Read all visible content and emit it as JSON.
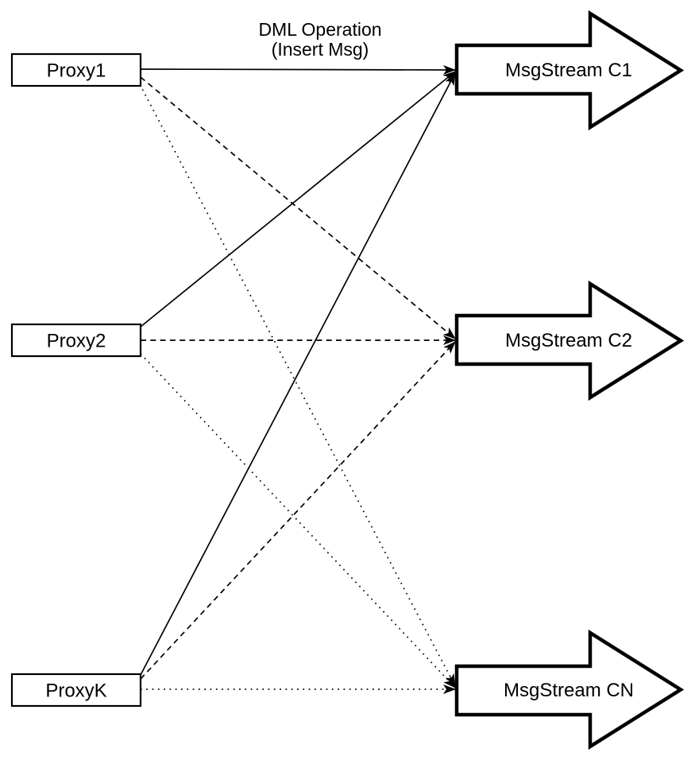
{
  "diagram": {
    "annotation": {
      "line1": "DML Operation",
      "line2": "(Insert Msg)"
    },
    "nodes": {
      "proxies": [
        {
          "label": "Proxy1"
        },
        {
          "label": "Proxy2"
        },
        {
          "label": "ProxyK"
        }
      ],
      "streams": [
        {
          "label": "MsgStream C1"
        },
        {
          "label": "MsgStream C2"
        },
        {
          "label": "MsgStream CN"
        }
      ]
    },
    "edges": [
      {
        "from": "Proxy1",
        "to": "MsgStream C1",
        "style": "solid",
        "label": "DML Operation (Insert Msg)"
      },
      {
        "from": "Proxy2",
        "to": "MsgStream C1",
        "style": "solid"
      },
      {
        "from": "ProxyK",
        "to": "MsgStream C1",
        "style": "solid"
      },
      {
        "from": "Proxy1",
        "to": "MsgStream C2",
        "style": "dashed"
      },
      {
        "from": "Proxy2",
        "to": "MsgStream C2",
        "style": "dashed"
      },
      {
        "from": "ProxyK",
        "to": "MsgStream C2",
        "style": "dashed"
      },
      {
        "from": "Proxy1",
        "to": "MsgStream CN",
        "style": "dotted"
      },
      {
        "from": "Proxy2",
        "to": "MsgStream CN",
        "style": "dotted"
      },
      {
        "from": "ProxyK",
        "to": "MsgStream CN",
        "style": "dotted"
      }
    ],
    "colors": {
      "stroke": "#000000",
      "fill": "#ffffff",
      "background": "#ffffff"
    }
  }
}
